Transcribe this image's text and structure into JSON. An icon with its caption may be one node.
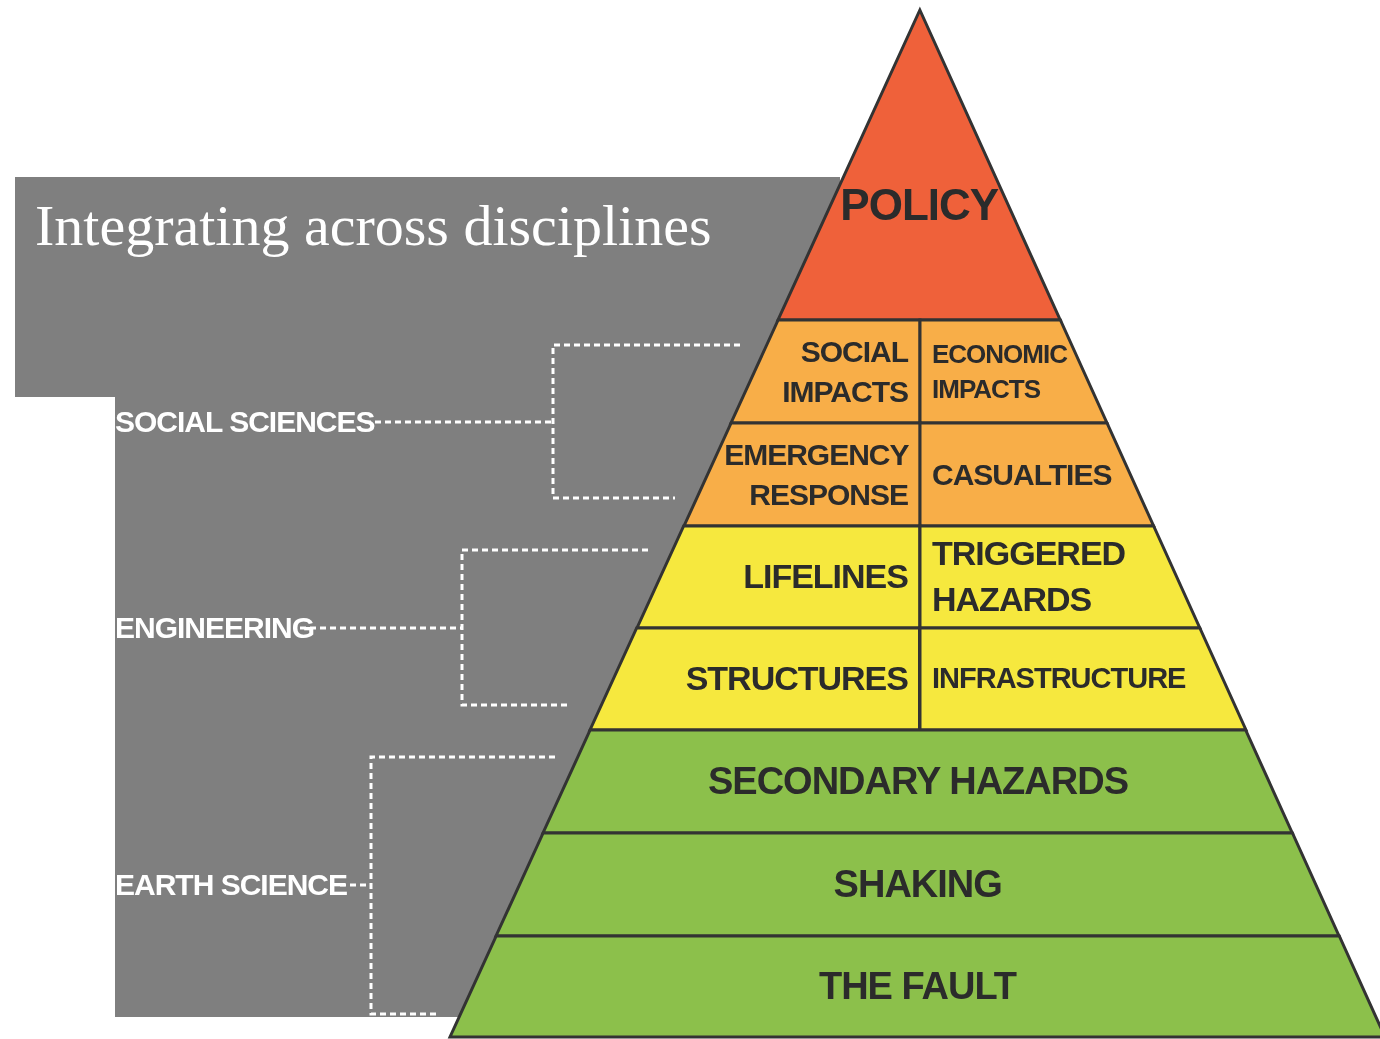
{
  "diagram": {
    "title": "Integrating across disciplines",
    "nodes": [
      {
        "text": [
          "POLICY"
        ]
      },
      {
        "text": [
          "SOCIAL IMPACTS"
        ]
      },
      {
        "text": [
          "ECONOMIC IMPACTS"
        ]
      },
      {
        "text": [
          "EMERGENCY RESPONSE"
        ]
      },
      {
        "text": [
          "CASUALTIES"
        ]
      },
      {
        "text": [
          "LIFELINES"
        ]
      },
      {
        "text": [
          "TRIGGERED HAZARDS"
        ]
      },
      {
        "text": [
          "STRUCTURES"
        ]
      },
      {
        "text": [
          "INFRASTRUCTURE"
        ]
      },
      {
        "text": [
          "SECONDARY HAZARDS"
        ]
      },
      {
        "text": [
          "SHAKING"
        ]
      },
      {
        "text": [
          "THE FAULT"
        ]
      }
    ],
    "edges": [],
    "labels": [
      "SOCIAL SCIENCES",
      "ENGINEERING",
      "EARTH SCIENCE"
    ]
  }
}
